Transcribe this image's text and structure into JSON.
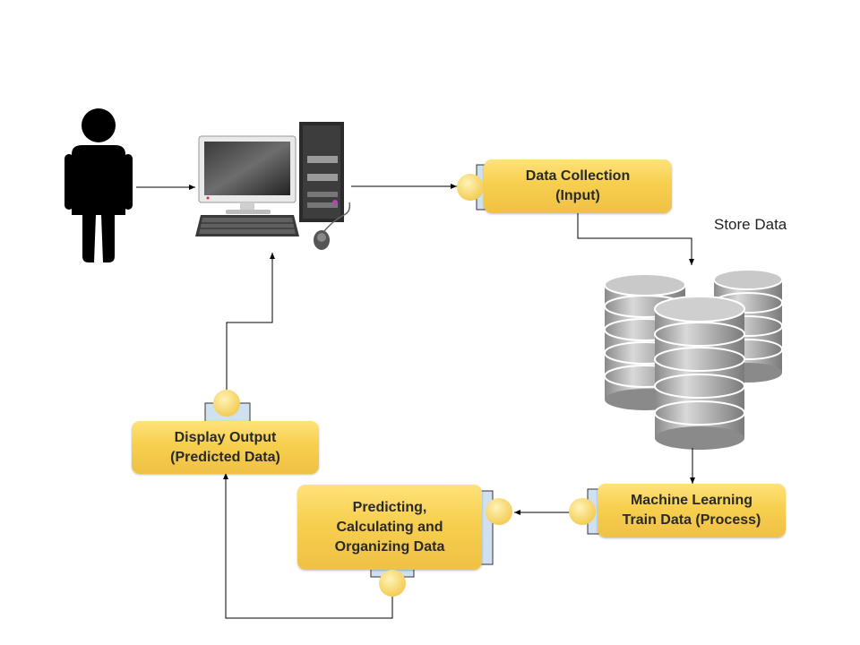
{
  "nodes": {
    "data_collection": "Data Collection\n(Input)",
    "store_data": "Store Data",
    "ml_train": "Machine Learning\nTrain Data (Process)",
    "predicting": "Predicting,\nCalculating and\nOrganizing Data",
    "display_output": "Display Output\n(Predicted Data)"
  },
  "icons": {
    "user": "person-icon",
    "computer": "desktop-computer-icon",
    "storage": "database-stack-icon"
  },
  "colors": {
    "box_fill": "#f7cf4e",
    "port": "#f8d86a",
    "connector_bg": "#cfe0f0",
    "line": "#000000"
  }
}
